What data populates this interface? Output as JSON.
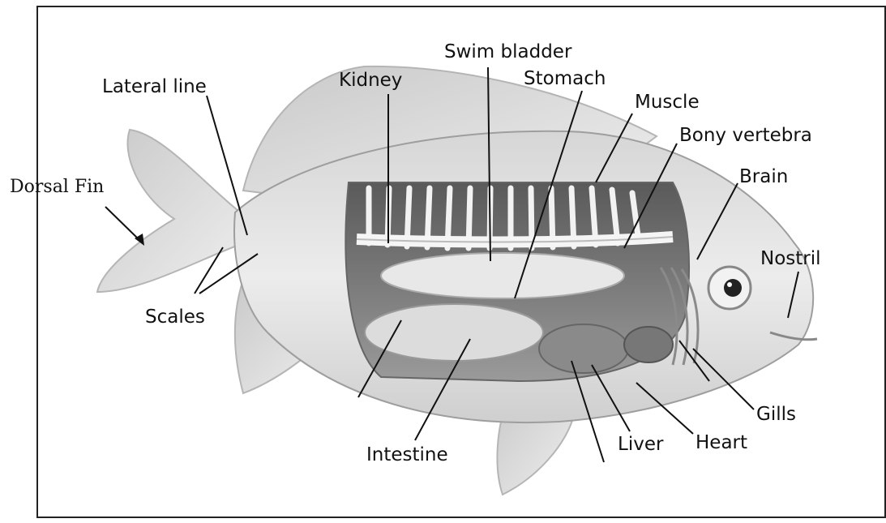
{
  "diagram": {
    "labels": {
      "swim_bladder": "Swim bladder",
      "stomach": "Stomach",
      "kidney": "Kidney",
      "lateral_line": "Lateral line",
      "muscle": "Muscle",
      "bony_vertebra": "Bony vertebra",
      "brain": "Brain",
      "dorsal_fin": "Dorsal Fin",
      "nostril": "Nostril",
      "scales": "Scales",
      "gills": "Gills",
      "intestine": "Intestine",
      "liver": "Liver",
      "heart": "Heart"
    }
  }
}
